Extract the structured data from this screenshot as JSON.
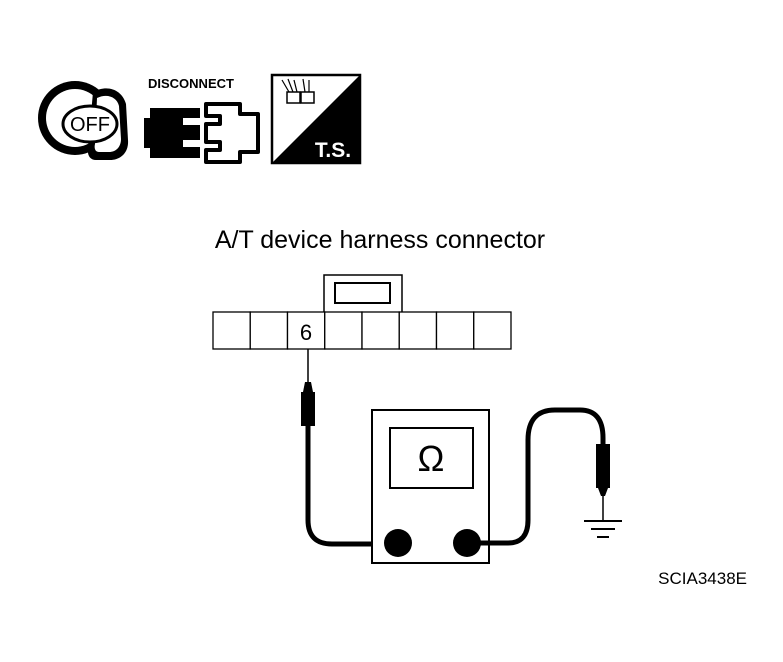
{
  "icons": {
    "ignition": {
      "label": "OFF",
      "icon": "ignition-key-off-icon"
    },
    "disconnect": {
      "label": "DISCONNECT",
      "icon": "connector-disconnect-icon"
    },
    "terminal_service": {
      "label": "T.S.",
      "icon": "terminal-service-icon"
    }
  },
  "diagram": {
    "title": "A/T device harness connector",
    "connector": {
      "terminal_count": 8,
      "highlighted_terminal": "6"
    },
    "meter": {
      "symbol": "Ω"
    },
    "figure_code": "SCIA3438E"
  }
}
